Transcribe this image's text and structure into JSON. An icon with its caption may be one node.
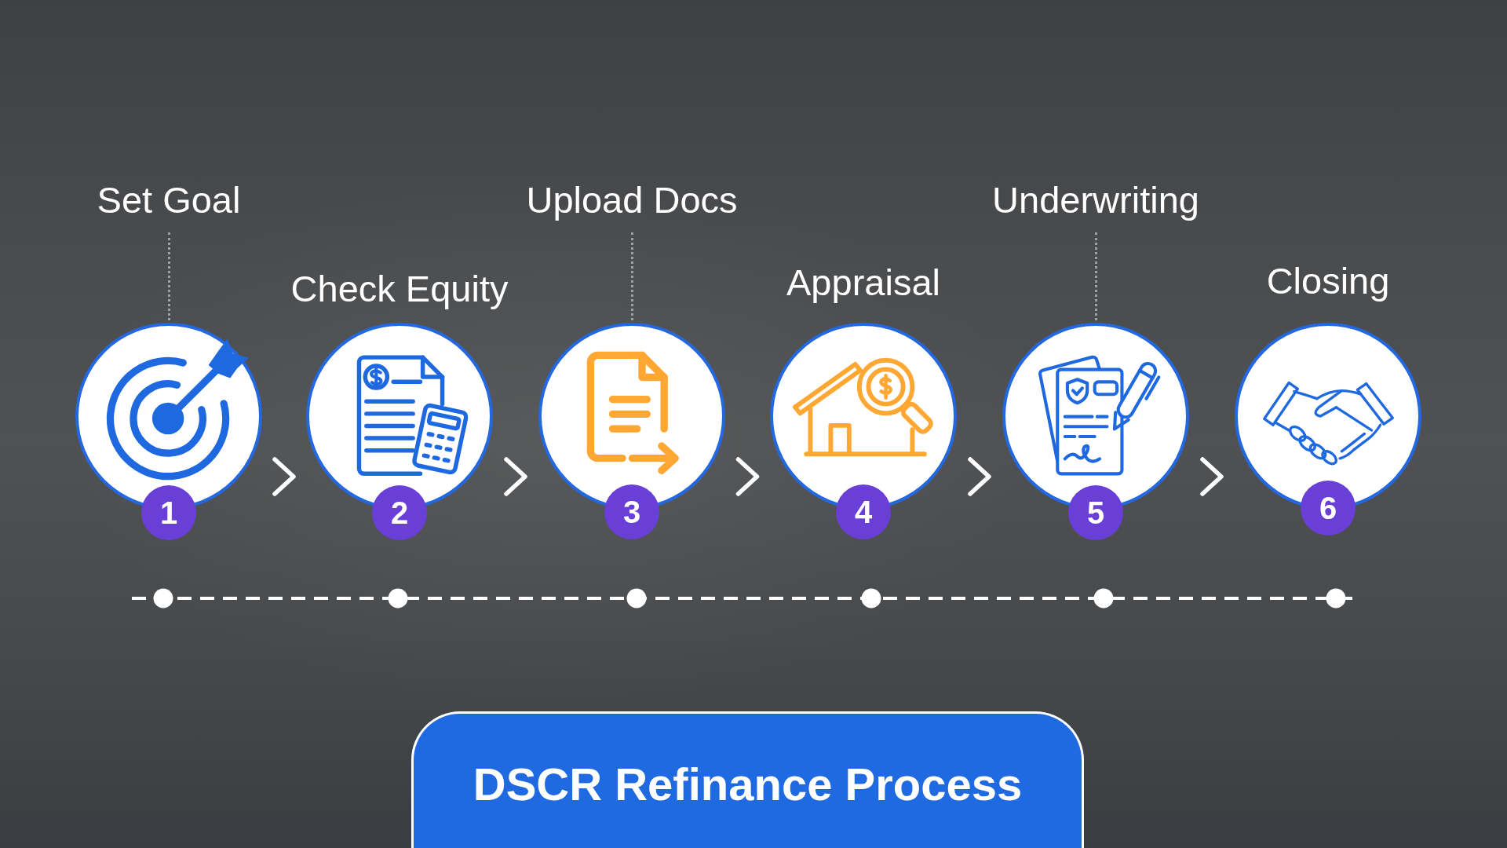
{
  "diagram": {
    "title": "DSCR Refinance Process",
    "nodes": [
      {
        "text": [
          "Set Goal",
          "1"
        ]
      },
      {
        "text": [
          "Check Equity",
          "2"
        ]
      },
      {
        "text": [
          "Upload Docs",
          "3"
        ]
      },
      {
        "text": [
          "Appraisal",
          "4"
        ]
      },
      {
        "text": [
          "Underwriting",
          "5"
        ]
      },
      {
        "text": [
          "Closing",
          "6"
        ]
      }
    ],
    "edges": [
      {
        "from": 0,
        "to": 1,
        "arrow": "to"
      },
      {
        "from": 1,
        "to": 2,
        "arrow": "to"
      },
      {
        "from": 2,
        "to": 3,
        "arrow": "to"
      },
      {
        "from": 3,
        "to": 4,
        "arrow": "to"
      },
      {
        "from": 4,
        "to": 5,
        "arrow": "to"
      }
    ]
  }
}
